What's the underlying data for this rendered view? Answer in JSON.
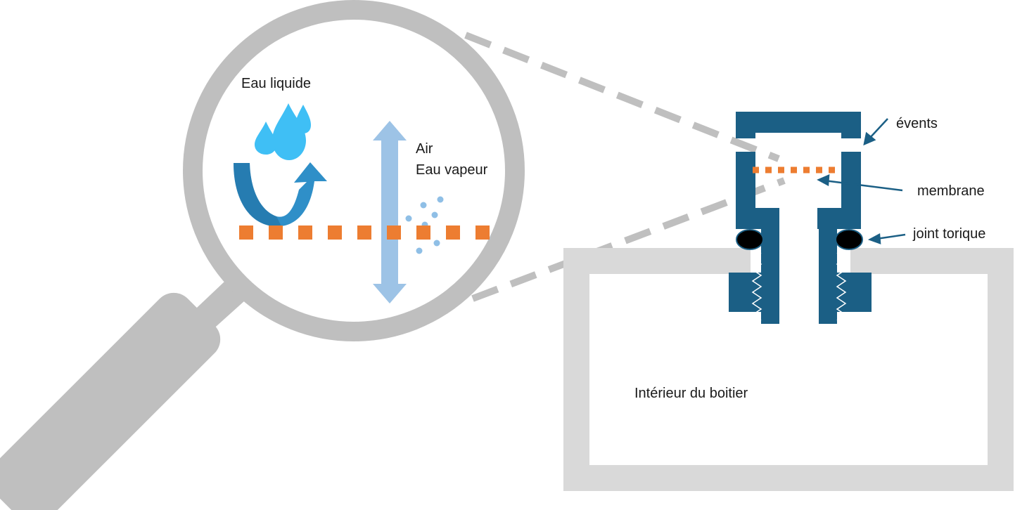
{
  "labels": {
    "eau_liquide": "Eau liquide",
    "air": "Air",
    "eau_vapeur": "Eau vapeur",
    "events": "évents",
    "membrane": "membrane",
    "joint_torique": "joint torique",
    "interieur": "Intérieur du boitier"
  },
  "colors": {
    "housing_gray": "#d9d9d9",
    "magnifier_gray": "#bfbfbf",
    "valve_blue": "#1b5f85",
    "membrane_orange": "#ed7d31",
    "arrow_light_blue": "#9dc3e6",
    "water_drop_blue": "#3fbff5",
    "curved_arrow_blue": "#2f8fc8",
    "dots_blue": "#8fbfe6",
    "oring_black": "#000000"
  },
  "icons": [
    "water-drop-icon",
    "curved-arrow-icon",
    "double-arrow-icon",
    "magnifying-glass-icon"
  ]
}
